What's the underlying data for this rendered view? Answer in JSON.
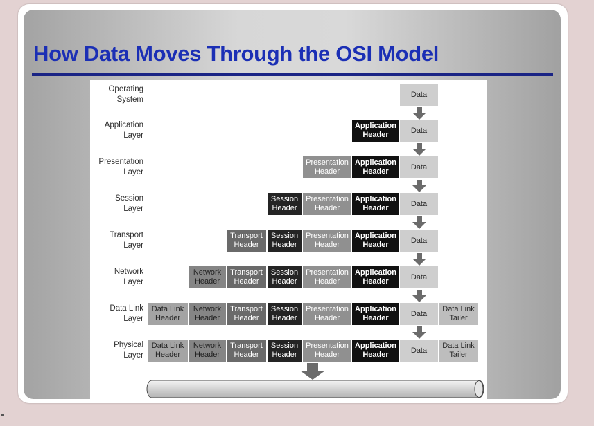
{
  "slide": {
    "title": "How Data Moves Through the OSI Model"
  },
  "diagram": {
    "rows": [
      {
        "label": "Operating\nSystem",
        "blocks": [
          {
            "type": "data",
            "text": "Data"
          }
        ]
      },
      {
        "label": "Application\nLayer",
        "blocks": [
          {
            "type": "app",
            "text": "Application\nHeader"
          },
          {
            "type": "data",
            "text": "Data"
          }
        ]
      },
      {
        "label": "Presentation\nLayer",
        "blocks": [
          {
            "type": "pres",
            "text": "Presentation\nHeader"
          },
          {
            "type": "app",
            "text": "Application\nHeader"
          },
          {
            "type": "data",
            "text": "Data"
          }
        ]
      },
      {
        "label": "Session\nLayer",
        "blocks": [
          {
            "type": "sess",
            "text": "Session\nHeader"
          },
          {
            "type": "pres",
            "text": "Presentation\nHeader"
          },
          {
            "type": "app",
            "text": "Application\nHeader"
          },
          {
            "type": "data",
            "text": "Data"
          }
        ]
      },
      {
        "label": "Transport\nLayer",
        "blocks": [
          {
            "type": "trans",
            "text": "Transport\nHeader"
          },
          {
            "type": "sess",
            "text": "Session\nHeader"
          },
          {
            "type": "pres",
            "text": "Presentation\nHeader"
          },
          {
            "type": "app",
            "text": "Application\nHeader"
          },
          {
            "type": "data",
            "text": "Data"
          }
        ]
      },
      {
        "label": "Network\nLayer",
        "blocks": [
          {
            "type": "net",
            "text": "Network\nHeader"
          },
          {
            "type": "trans",
            "text": "Transport\nHeader"
          },
          {
            "type": "sess",
            "text": "Session\nHeader"
          },
          {
            "type": "pres",
            "text": "Presentation\nHeader"
          },
          {
            "type": "app",
            "text": "Application\nHeader"
          },
          {
            "type": "data",
            "text": "Data"
          }
        ]
      },
      {
        "label": "Data Link\nLayer",
        "blocks": [
          {
            "type": "dl",
            "text": "Data Link\nHeader"
          },
          {
            "type": "net",
            "text": "Network\nHeader"
          },
          {
            "type": "trans",
            "text": "Transport\nHeader"
          },
          {
            "type": "sess",
            "text": "Session\nHeader"
          },
          {
            "type": "pres",
            "text": "Presentation\nHeader"
          },
          {
            "type": "app",
            "text": "Application\nHeader"
          },
          {
            "type": "data",
            "text": "Data"
          },
          {
            "type": "trailer",
            "text": "Data Link\nTailer"
          }
        ]
      },
      {
        "label": "Physical\nLayer",
        "blocks": [
          {
            "type": "dl",
            "text": "Data Link\nHeader"
          },
          {
            "type": "net",
            "text": "Network\nHeader"
          },
          {
            "type": "trans",
            "text": "Transport\nHeader"
          },
          {
            "type": "sess",
            "text": "Session\nHeader"
          },
          {
            "type": "pres",
            "text": "Presentation\nHeader"
          },
          {
            "type": "app",
            "text": "Application\nHeader"
          },
          {
            "type": "data",
            "text": "Data"
          },
          {
            "type": "trailer",
            "text": "Data Link\nTailer"
          }
        ]
      }
    ]
  },
  "colors": {
    "title": "#1b2fb5",
    "rule": "#1a2485",
    "arrow": "#6b6b6b",
    "cable": "#d4d4d4"
  }
}
